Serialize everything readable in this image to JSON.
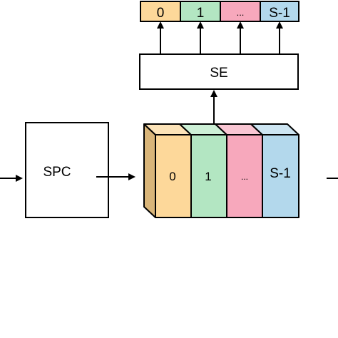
{
  "output_cells": [
    {
      "label": "0",
      "color": "#fdd89a"
    },
    {
      "label": "1",
      "color": "#b3e6c2"
    },
    {
      "label": "...",
      "color": "#f7a8bc"
    },
    {
      "label": "S-1",
      "color": "#b3d8ec"
    }
  ],
  "se_label": "SE",
  "spc_label": "SPC",
  "stack_cells": [
    {
      "label": "0",
      "color": "#fdd89a",
      "top_color": "#fce3b8"
    },
    {
      "label": "1",
      "color": "#b3e6c2",
      "top_color": "#cdf0d6"
    },
    {
      "label": "...",
      "color": "#f7a8bc",
      "top_color": "#f9c6d3"
    },
    {
      "label": "S-1",
      "color": "#b3d8ec",
      "top_color": "#cde5f2"
    }
  ],
  "stack_side_color": "#d9b579"
}
